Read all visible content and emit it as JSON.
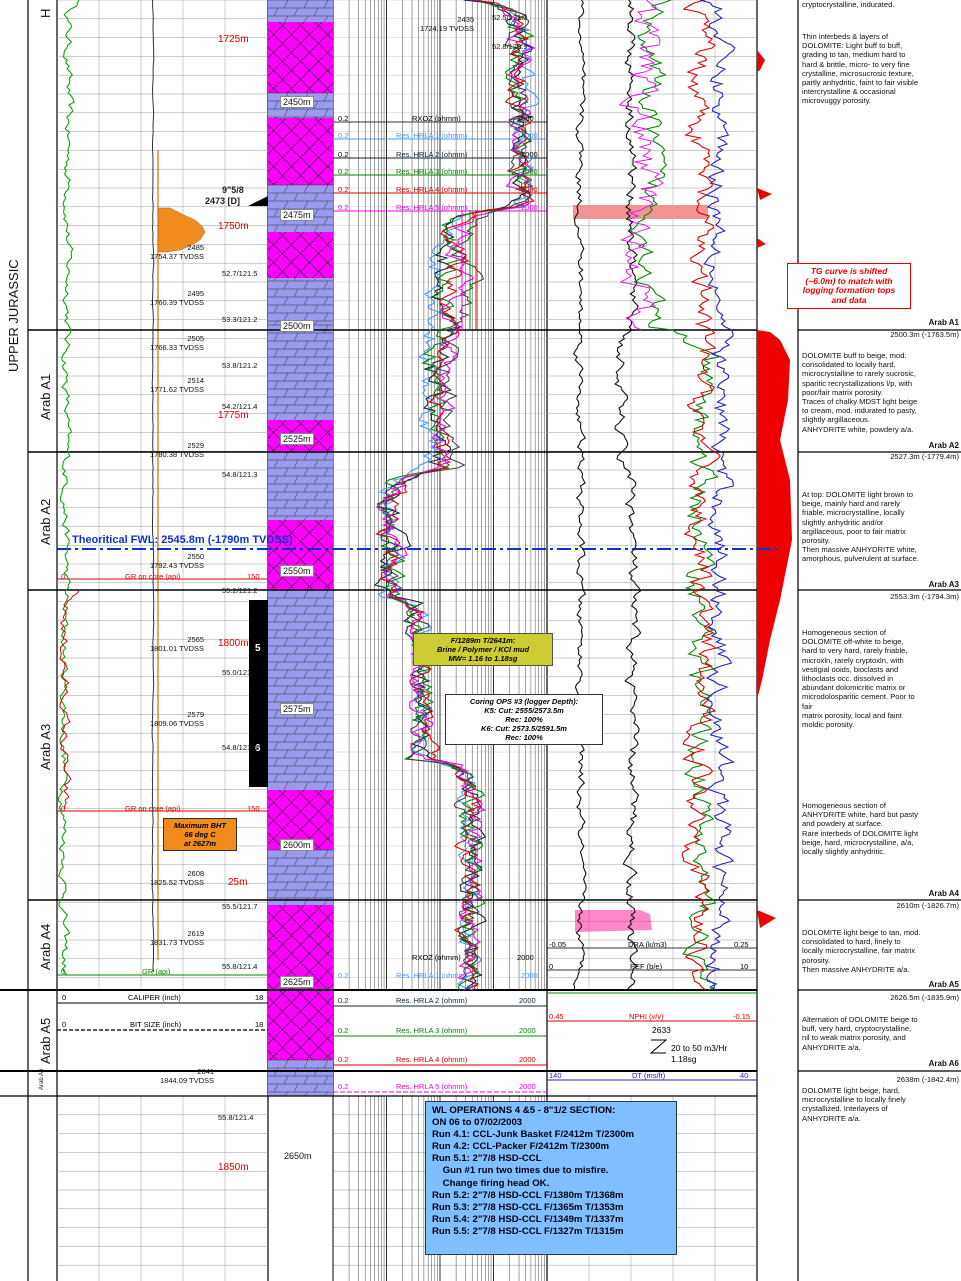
{
  "strat": {
    "system": "UPPER JURASSIC",
    "top_letter": "H",
    "units_left": [
      "Arab A1",
      "Arab A2",
      "Arab A3",
      "Arab A4",
      "Arab A5",
      "Arab A6"
    ]
  },
  "md_labels": [
    "2450m",
    "2475m",
    "2500m",
    "2525m",
    "2550m",
    "2575m",
    "2600m",
    "2625m",
    "2650m"
  ],
  "tvdss_labels": [
    "1725m",
    "1750m",
    "1775m",
    "1800m",
    "25m",
    "1850m"
  ],
  "casing": {
    "size": "9\"5/8",
    "depth": "2473 [D]"
  },
  "core_marks": [
    "5",
    "6"
  ],
  "survey_points": [
    {
      "md": "2435",
      "tvd": "1724.19 TVDSS",
      "dip1": "52.5/121.0",
      "dip2": "52.8/120.9"
    },
    {
      "md": "2485",
      "tvd": "1754.37 TVDSS",
      "dip": "52.7/121.5"
    },
    {
      "md": "2495",
      "tvd": "1760.39 TVDSS",
      "dip": "53.3/121.2"
    },
    {
      "md": "2505",
      "tvd": "1766.33 TVDSS",
      "dip": "53.8/121.2"
    },
    {
      "md": "2514",
      "tvd": "1771.62 TVDSS",
      "dip": "54.2/121.4"
    },
    {
      "md": "2529",
      "tvd": "1780.38 TVDSS",
      "dip": "54.8/121.3"
    },
    {
      "md": "2550",
      "tvd": "1792.43 TVDSS",
      "dip": "55.2/121.2"
    },
    {
      "md": "2565",
      "tvd": "1801.01 TVDSS",
      "dip": "55.0/121.2"
    },
    {
      "md": "2579",
      "tvd": "1809.06 TVDSS",
      "dip": "54.8/121.5"
    },
    {
      "md": "2608",
      "tvd": "1825.52 TVDSS",
      "dip": "55.5/121.7"
    },
    {
      "md": "2619",
      "tvd": "1831.73 TVDSS",
      "dip": "55.8/121.4"
    },
    {
      "md": "2641",
      "tvd": "1844.09 TVDSS",
      "dip": "55.8/121.4"
    }
  ],
  "fwl": "Theoritical FWL: 2545.8m (-1790m TVDSS)",
  "curves_header": {
    "gr": "GR on core (api)",
    "gr_min": "0",
    "gr_max": "150",
    "gr_bottom": "GR (api)",
    "rxoz": "RXOZ (ohmm)",
    "hrla1": "Res. HRLA 1 (ohmm)",
    "hrla2": "Res. HRLA 2 (ohmm)",
    "hrla3": "Res. HRLA 3 (ohmm)",
    "hrla4": "Res. HRLA 4 (ohmm)",
    "hrla5": "Res. HRLA 5 (ohmm)",
    "res_min": "0.2",
    "res_max": "2000",
    "caliper": "CALIPER (inch)",
    "cal_min": "0",
    "cal_max": "18",
    "bitsize": "BIT SIZE (inch)",
    "nphi": "NPHI (v/v)",
    "nphi_min": "0.45",
    "nphi_max": "-0.15",
    "dt": "DT (ms/ft)",
    "dt_min": "140",
    "dt_max": "40",
    "rhoa": "DRA (k/m3)",
    "rhoa_min": "-0.05",
    "rhoa_max": "0.25",
    "pef": "PEF (b/e)",
    "pef_min": "0",
    "pef_max": "10"
  },
  "mud_event": {
    "depth": "2633",
    "rate": "20 to 50 m3/Hr",
    "mw": "1.18sg"
  },
  "annotations": {
    "mud": [
      "F/1289m T/2641m:",
      "Brine / Polymer / KCl mud",
      "MW= 1.16 to 1.18sg"
    ],
    "coring": [
      "Coring OPS #3 (logger Depth):",
      "K5: Cut: 2555/2573.5m",
      "Rec: 100%",
      "K6: Cut: 2573.5/2591.5m",
      "Rec: 100%"
    ],
    "bht": [
      "Maximum BHT",
      "66 deg C",
      "at 2627m"
    ],
    "tg": [
      "TG curve is shifted",
      "(~6.0m) to match with",
      "logging formation tops",
      "and data"
    ]
  },
  "wl_ops": {
    "title": "WL OPERATIONS 4 &5 - 8\"1/2 SECTION:",
    "lines": [
      "ON 06 to 07/02/2003",
      "Run 4.1: CCL-Junk Basket F/2412m T/2300m",
      "Run 4.2: CCL-Packer F/2412m T/2300m",
      "Run 5.1: 2\"7/8 HSD-CCL",
      "    Gun #1 run two times due to misfire.",
      "    Change firing head OK.",
      "Run 5.2: 2\"7/8 HSD-CCL F/1380m T/1368m",
      "Run 5.3: 2\"7/8 HSD-CCL F/1365m T/1353m",
      "Run 5.4: 2\"7/8 HSD-CCL F/1349m T/1337m",
      "Run 5.5: 2\"7/8 HSD-CCL F/1327m T/1315m"
    ]
  },
  "descriptions": {
    "top_cut": "cryptocrystalline, indurated.",
    "d0": "Thin interbeds & layers of\nDOLOMITE: Light buff to buff,\ngrading to tan, medium hard to\nhard & brittle, micro- to very fine\ncrystalline, microsucrosic texture,\npartly anhydritic, faint to fair visible\nintercrystalline & occasional\nmicrovuggy porosity.",
    "a1_name": "Arab A1",
    "a1_top": "2500.3m (-1763.5m)",
    "a1": "DOLOMITE buff to beige, mod.\nconsolidated to locally hard,\nmicrocrystalline to rarely sucrosic,\nsparitic recrystallizations l/p, with\npoor/fair matrix porosity.\nTraces of chalky MDST light beige\nto cream, mod. indurated to pasty,\nslightly argillaceous.\nANHYDRITE white, powdery a/a.",
    "a2_name": "Arab A2",
    "a2_top": "2527.3m (-1779.4m)",
    "a2": "At top: DOLOMITE light brown to\nbeige, mainly hard and rarely\nfriable, microcrystalline, locally\nslightly anhydritic and/or\nargillaceous, poor to fair matrix\nporosity.\nThen massive ANHYDRITE white,\namorphous, pulverulent at surface.",
    "a3_name": "Arab A3",
    "a3_top": "2553.3m (-1794.3m)",
    "a3": "Homogeneous section of\nDOLOMITE off-white to beige,\nhard to very hard, rarely friable,\nmicroxln, rarely cryptoxln, with\nvestigial ooids, bioclasts and\nlithoclasts occ. dissolved in\nabundant dolomicritic matrix or\nmicrodolosparitic cement. Poor to\nfair\nmatrix porosity, local and faint\nmoldic porosity.",
    "a3b": "Homogeneous section of\nANHYDRITE white, hard but pasty\nand powdery at surface.\nRare interbeds of DOLOMITE light\nbeige, hard, microcrystalline, a/a,\nlocally slightly anhydritic.",
    "a4_name": "Arab A4",
    "a4_top": "2610m (-1826.7m)",
    "a4": "DOLOMITE light beige to tan, mod.\nconsolidated to hard, finely to\nlocally microcrystalline, fair matrix\nporosity.\nThen massive ANHYDRITE a/a.",
    "a5_name": "Arab A5",
    "a5_top": "2626.5m (-1835.9m)",
    "a5": "Alternation of DOLOMITE beige to\nbuff, very hard, cryptocrystalline,\nnil to weak matrix porosity, and\nANHYDRITE a/a.",
    "a6_name": "Arab A6",
    "a6_top": "2638m (-1842.4m)",
    "a6": "DOLOMITE light beige, hard,\nmicrocrystalline to locally finely\ncrystallized. Interlayers of\nANHYDRITE a/a."
  }
}
